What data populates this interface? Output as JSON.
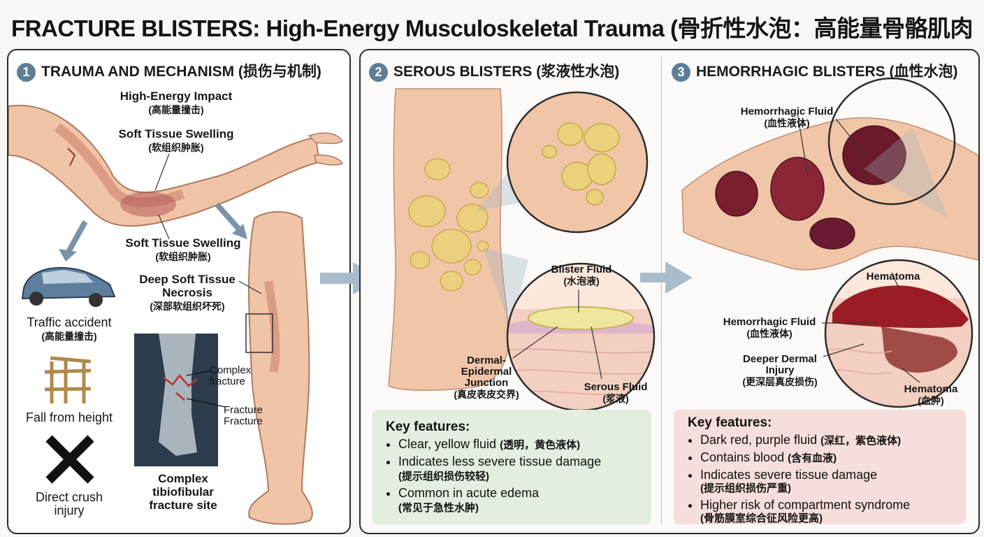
{
  "title": "FRACTURE BLISTERS: High-Energy Musculoskeletal Trauma (骨折性水泡：高能量骨骼肌肉损伤)",
  "panel1": {
    "number": "1",
    "heading": "TRAUMA AND MECHANISM (损伤与机制)",
    "impact_en": "High-Energy Impact",
    "impact_zh": "(高能量撞击)",
    "swelling1_en": "Soft Tissue Swelling",
    "swelling1_zh": "(软组织肿胀)",
    "swelling2_en": "Soft Tissue Swelling",
    "swelling2_zh": "(软组织肿胀)",
    "necrosis_en1": "Deep Soft Tissue",
    "necrosis_en2": "Necrosis",
    "necrosis_zh": "(深部软组织坏死)",
    "traffic_en": "Traffic accident",
    "traffic_zh": "(高能量撞击)",
    "fall_en": "Fall from height",
    "crush_en1": "Direct crush",
    "crush_en2": "injury",
    "xray_complex1": "Complex",
    "xray_complex2": "fracture",
    "xray_fracture1": "Fracture",
    "xray_fracture2": "Fracture",
    "site1": "Complex",
    "site2": "tibiofibular",
    "site3": "fracture site"
  },
  "panel2": {
    "number": "2",
    "heading": "SEROUS BLISTERS (浆液性水泡)",
    "blister_fluid_en": "Blister Fluid",
    "blister_fluid_zh": "(水泡液)",
    "dej1": "Dermal-",
    "dej2": "Epidermal",
    "dej3": "Junction",
    "dej_zh": "(真皮表皮交界)",
    "serous_en": "Serous Fluid",
    "serous_zh": "(浆液)",
    "key_title": "Key features:",
    "features": [
      {
        "en": "Clear, yellow fluid",
        "zh": "(透明，黄色液体)",
        "inline": true
      },
      {
        "en": "Indicates less severe tissue damage",
        "zh": "(提示组织损伤较轻)",
        "inline": false
      },
      {
        "en": "Common in acute edema",
        "zh": "(常见于急性水肿)",
        "inline": false
      }
    ]
  },
  "panel3": {
    "number": "3",
    "heading": "HEMORRHAGIC BLISTERS (血性水泡)",
    "hem_fluid_top_en": "Hemorrhagic Fluid",
    "hem_fluid_top_zh": "(血性液体)",
    "hematoma_top": "Hematoma",
    "hem_fluid_en": "Hemorrhagic Fluid",
    "hem_fluid_zh": "(血性液体)",
    "deeper1": "Deeper Dermal",
    "deeper2": "Injury",
    "deeper_zh": "(更深层真皮损伤)",
    "hematoma_en": "Hematoma",
    "hematoma_zh": "(血肿)",
    "key_title": "Key features:",
    "features": [
      {
        "en": "Dark red, purple fluid",
        "zh": "(深红，紫色液体)",
        "inline": true
      },
      {
        "en": "Contains blood",
        "zh": "(含有血液)",
        "inline": true
      },
      {
        "en": "Indicates severe tissue damage",
        "zh": "(提示组织损伤严重)",
        "inline": false
      },
      {
        "en": "Higher risk of compartment syndrome",
        "zh": "(骨筋膜室综合征风险更高)",
        "inline": false
      }
    ]
  },
  "colors": {
    "skin": "#f1c6a8",
    "serous": "#ecd27a",
    "hemorrhagic": "#7a1f2e",
    "key_serous_bg": "#e3eee0",
    "key_hem_bg": "#f5dedb",
    "badge": "#5e7e96"
  }
}
